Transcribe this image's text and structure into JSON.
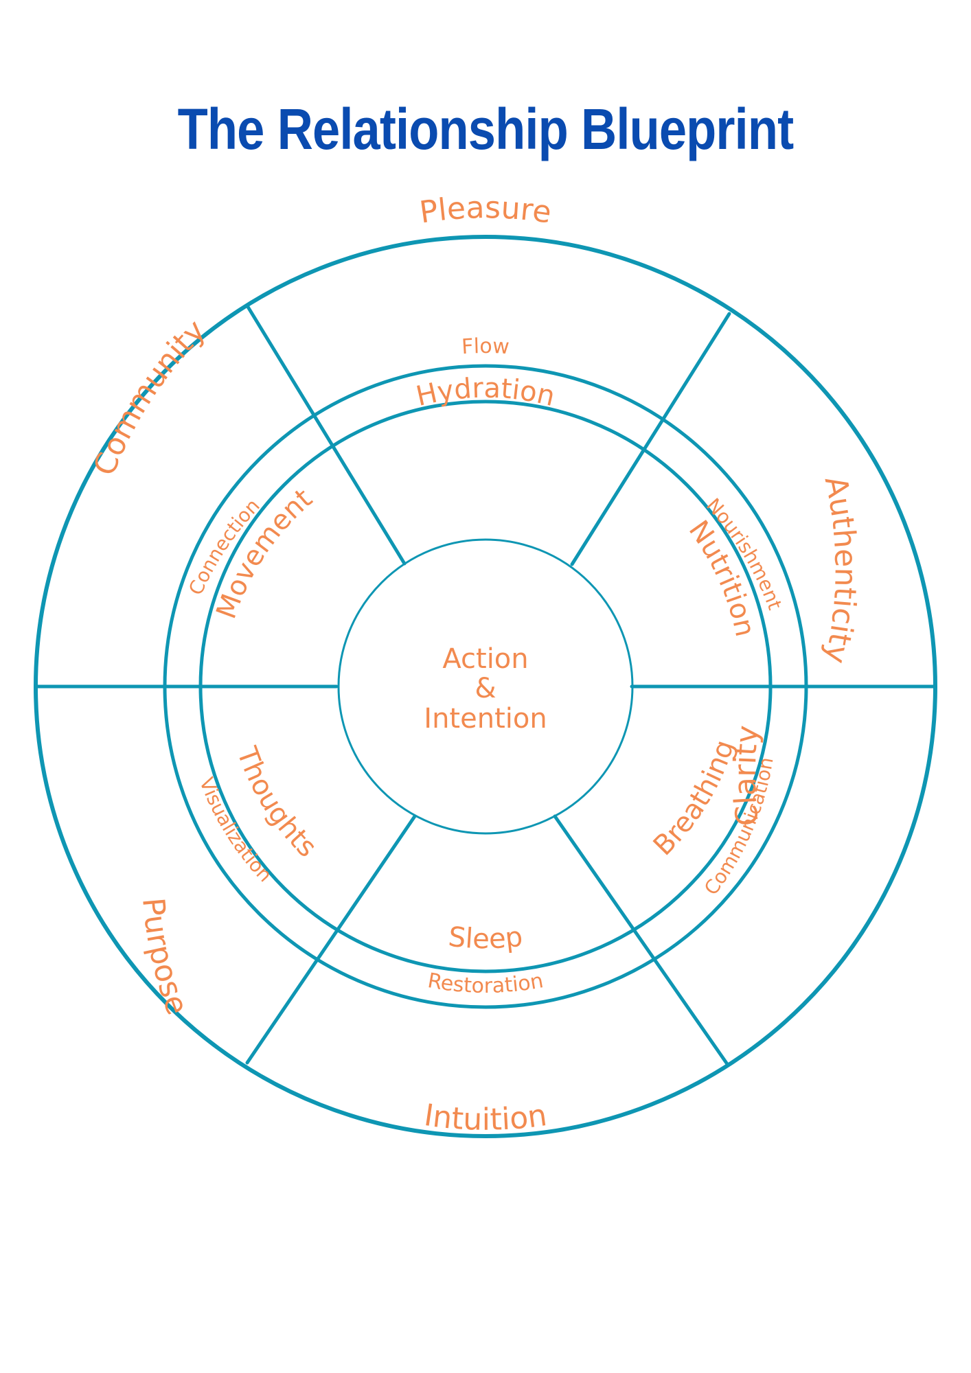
{
  "title": "The Relationship Blueprint",
  "colors": {
    "title": "#0a4bb0",
    "lines": "#0e96b3",
    "labels": "#f28a4f"
  },
  "center": {
    "line1": "Action",
    "line2": "&",
    "line3": "Intention"
  },
  "outer_ring": [
    "Pleasure",
    "Authenticity",
    "Clarity",
    "Intuition",
    "Purpose",
    "Community"
  ],
  "middle_ring": [
    "Flow",
    "Nourishment",
    "Communication",
    "Restoration",
    "Visualization",
    "Connection"
  ],
  "inner_ring": [
    "Hydration",
    "Nutrition",
    "Breathing",
    "Sleep",
    "Thoughts",
    "Movement"
  ]
}
